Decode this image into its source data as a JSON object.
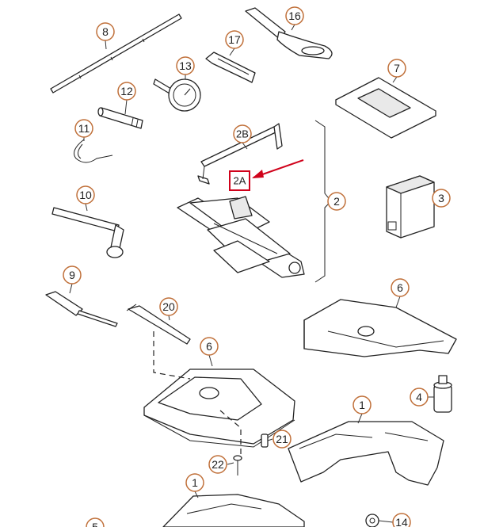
{
  "diagram": {
    "callouts": {
      "c8": "8",
      "c16": "16",
      "c17": "17",
      "c13": "13",
      "c7": "7",
      "c12": "12",
      "c11": "11",
      "c2B": "2B",
      "c2A": "2A",
      "c2": "2",
      "c3": "3",
      "c10": "10",
      "c9": "9",
      "c20": "20",
      "c6a": "6",
      "c6b": "6",
      "c4": "4",
      "c1a": "1",
      "c21": "21",
      "c22": "22",
      "c1b": "1",
      "c5": "5",
      "c14": "14"
    },
    "colors": {
      "callout_ring": "#c0703a",
      "highlight_box": "#d0021b",
      "highlight_arrow": "#d0021b",
      "line": "#222222"
    }
  }
}
